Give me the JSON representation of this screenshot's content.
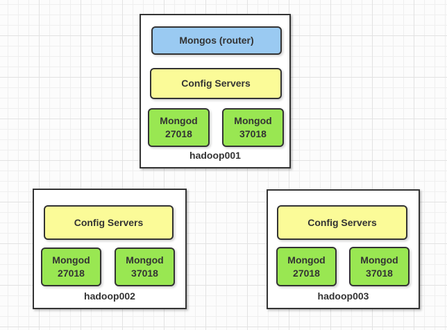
{
  "canvas": {
    "background": "#fcfcfc",
    "grid_minor": "#efefef",
    "grid_major": "#e2e2e2"
  },
  "colors": {
    "canvas_bg": "#fcfcfc",
    "grid_minor": "#efefef",
    "grid_major": "#e2e2e2",
    "router_fill": "#9ACAF2",
    "config_fill": "#FBFB98",
    "mongod_fill": "#99E752",
    "node_border": "#333333",
    "host_fill": "#ffffff",
    "text": "#333333"
  },
  "diagram": {
    "hosts": [
      {
        "name": "hadoop001",
        "router_label": "Mongos (router)",
        "config_label": "Config Servers",
        "mongods": [
          {
            "label": "Mongod",
            "port": "27018"
          },
          {
            "label": "Mongod",
            "port": "37018"
          }
        ]
      },
      {
        "name": "hadoop002",
        "config_label": "Config Servers",
        "mongods": [
          {
            "label": "Mongod",
            "port": "27018"
          },
          {
            "label": "Mongod",
            "port": "37018"
          }
        ]
      },
      {
        "name": "hadoop003",
        "config_label": "Config Servers",
        "mongods": [
          {
            "label": "Mongod",
            "port": "27018"
          },
          {
            "label": "Mongod",
            "port": "37018"
          }
        ]
      }
    ]
  }
}
